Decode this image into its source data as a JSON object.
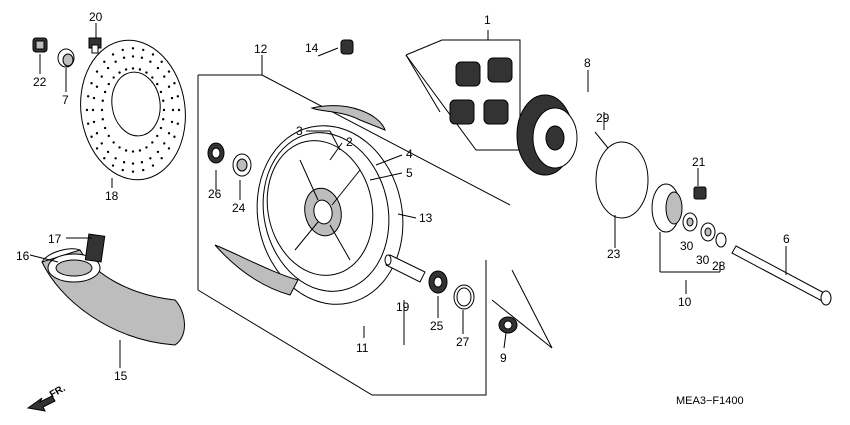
{
  "diagram": {
    "code": "MEA3−F1400",
    "direction": "FR.",
    "callouts": [
      "1",
      "2",
      "3",
      "4",
      "5",
      "6",
      "7",
      "8",
      "9",
      "10",
      "11",
      "12",
      "13",
      "14",
      "15",
      "16",
      "17",
      "18",
      "19",
      "20",
      "21",
      "22",
      "23",
      "24",
      "25",
      "26",
      "27",
      "28",
      "29",
      "30",
      "30"
    ]
  }
}
